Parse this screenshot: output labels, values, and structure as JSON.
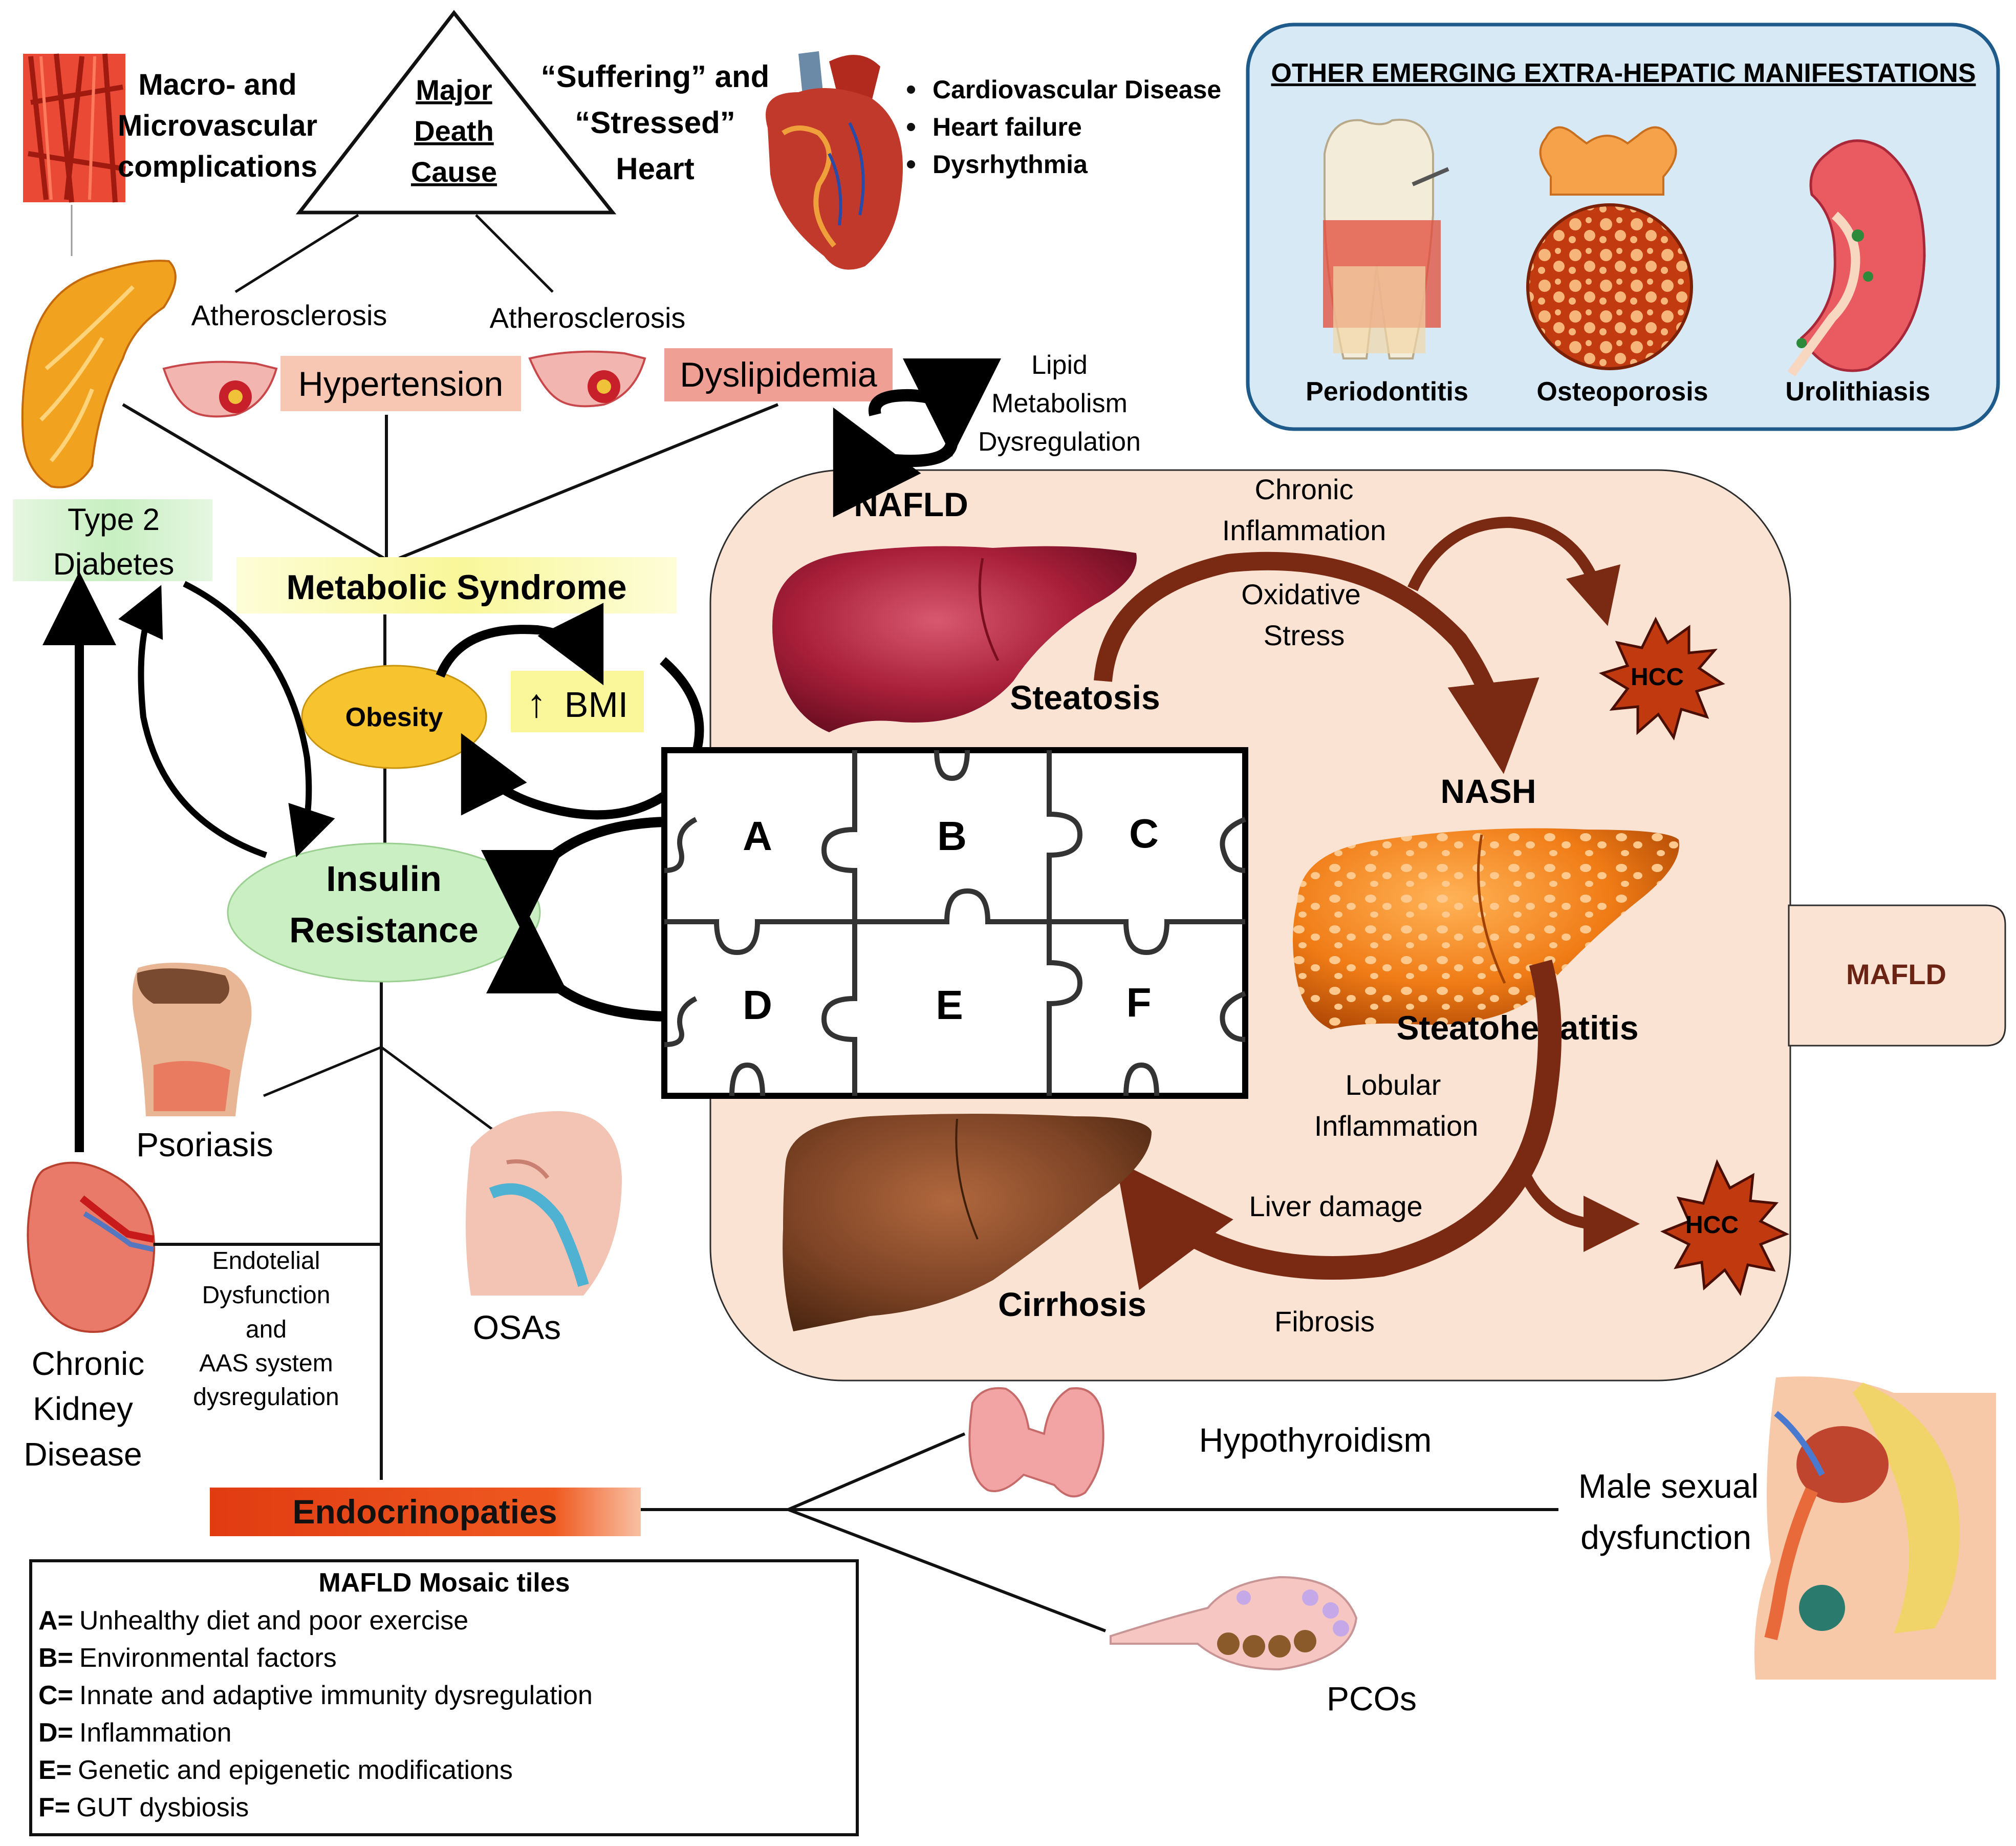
{
  "top": {
    "micro_line1": "Macro- and",
    "micro_line2": "Microvascular",
    "micro_line3": "complications",
    "triangle_line1": "Major",
    "triangle_line2": "Death",
    "triangle_line3": "Cause",
    "heart_line1": "“Suffering” and",
    "heart_line2": "“Stressed”",
    "heart_line3": "Heart",
    "bullets": [
      "Cardiovascular Disease",
      "Heart failure",
      "Dysrhythmia"
    ],
    "athero_left": "Atherosclerosis",
    "athero_right": "Atherosclerosis",
    "hypertension": "Hypertension",
    "dyslipidemia": "Dyslipidemia",
    "lipid_line1": "Lipid",
    "lipid_line2": "Metabolism",
    "lipid_line3": "Dysregulation"
  },
  "extra_hepatic": {
    "title": "OTHER EMERGING EXTRA-HEPATIC MANIFESTATIONS",
    "items": [
      "Periodontitis",
      "Osteoporosis",
      "Urolithiasis"
    ]
  },
  "left": {
    "t2d_line1": "Type 2",
    "t2d_line2": "Diabetes",
    "metabolic_syndrome": "Metabolic Syndrome",
    "obesity": "Obesity",
    "bmi": "BMI",
    "insulin_line1": "Insulin",
    "insulin_line2": "Resistance",
    "psoriasis": "Psoriasis",
    "osas": "OSAs",
    "ckd_line1": "Chronic",
    "ckd_line2": "Kidney",
    "ckd_line3": "Disease",
    "endo_line1": "Endotelial",
    "endo_line2": "Dysfunction",
    "endo_line3": "and",
    "endo_line4": "AAS system",
    "endo_line5": "dysregulation",
    "endocrinopathies": "Endocrinopaties"
  },
  "puzzle": {
    "tiles": [
      "A",
      "B",
      "C",
      "D",
      "E",
      "F"
    ]
  },
  "liver": {
    "nafld": "NAFLD",
    "steatosis": "Steatosis",
    "chronic_line1": "Chronic",
    "chronic_line2": "Inflammation",
    "oxidative_line1": "Oxidative",
    "oxidative_line2": "Stress",
    "hcc_top": "HCC",
    "nash": "NASH",
    "steatohepatitis": "Steatohepatitis",
    "lobular_line1": "Lobular",
    "lobular_line2": "Inflammation",
    "liver_damage": "Liver damage",
    "hcc_bottom": "HCC",
    "cirrhosis": "Cirrhosis",
    "fibrosis": "Fibrosis",
    "mafld_tab": "MAFLD"
  },
  "bottom": {
    "hypothyroidism": "Hypothyroidism",
    "male_line1": "Male sexual",
    "male_line2": "dysfunction",
    "pcos": "PCOs"
  },
  "legend": {
    "title": "MAFLD Mosaic tiles",
    "entries": [
      {
        "key": "A=",
        "text": "Unhealthy diet and poor exercise"
      },
      {
        "key": "B=",
        "text": "Environmental factors"
      },
      {
        "key": "C=",
        "text": "Innate and adaptive immunity dysregulation"
      },
      {
        "key": "D=",
        "text": "Inflammation"
      },
      {
        "key": "E=",
        "text": "Genetic and epigenetic modifications"
      },
      {
        "key": "F=",
        "text": "GUT dysbiosis"
      }
    ]
  },
  "colors": {
    "mafld_panel": "#fbe3d4",
    "extra_panel": "#d6e9f5",
    "extra_border": "#1e5b8a",
    "arrow_brown": "#7a2a12",
    "hcc_fill": "#c0390f",
    "metabolic_yellow": "#fbfbb8",
    "insulin_green": "#c9efc2",
    "obesity_orange": "#f7c32e",
    "endocrino_orange": "#e2451b"
  }
}
